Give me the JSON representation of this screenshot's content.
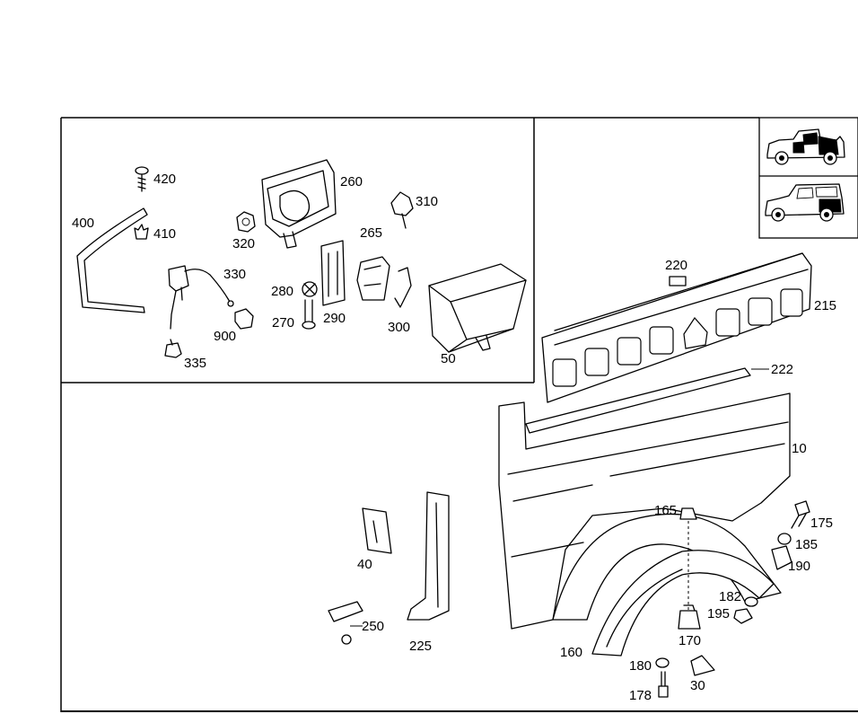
{
  "diagram": {
    "labels": {
      "p10": "10",
      "p30": "30",
      "p40": "40",
      "p50": "50",
      "p160": "160",
      "p165": "165",
      "p170": "170",
      "p175": "175",
      "p178": "178",
      "p180": "180",
      "p182": "182",
      "p185": "185",
      "p190": "190",
      "p195": "195",
      "p215": "215",
      "p220": "220",
      "p222": "222",
      "p225": "225",
      "p250": "250",
      "p260": "260",
      "p265": "265",
      "p270": "270",
      "p280": "280",
      "p290": "290",
      "p300": "300",
      "p310": "310",
      "p320": "320",
      "p330": "330",
      "p335": "335",
      "p400": "400",
      "p410": "410",
      "p420": "420",
      "p900": "900"
    }
  }
}
